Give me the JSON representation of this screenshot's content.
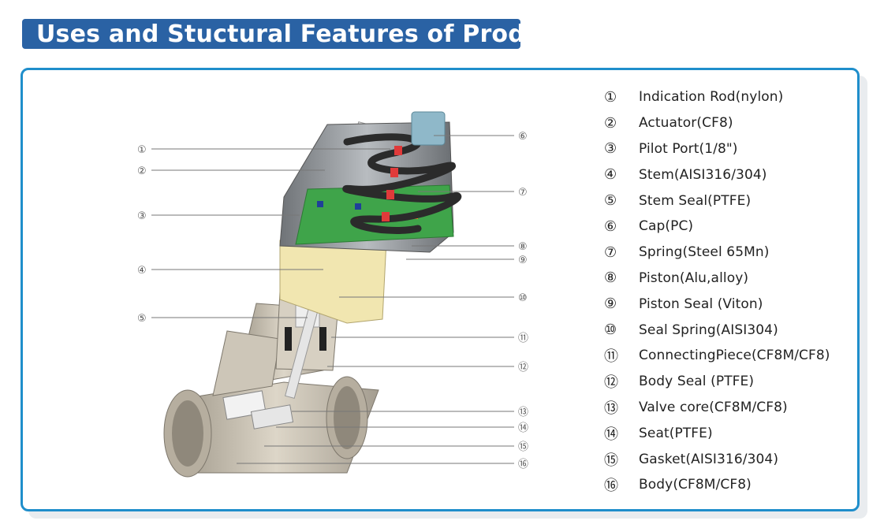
{
  "header": {
    "title": "Uses and Stuctural Features of Product"
  },
  "parts": [
    {
      "num": "①",
      "name": "Indication Rod(nylon)"
    },
    {
      "num": "②",
      "name": "Actuator(CF8)"
    },
    {
      "num": "③",
      "name": "Pilot  Port(1/8\")"
    },
    {
      "num": "④",
      "name": "Stem(AISI316/304)"
    },
    {
      "num": "⑤",
      "name": "Stem Seal(PTFE)"
    },
    {
      "num": "⑥",
      "name": "Cap(PC)"
    },
    {
      "num": "⑦",
      "name": "Spring(Steel 65Mn)"
    },
    {
      "num": "⑧",
      "name": "Piston(Alu,alloy)"
    },
    {
      "num": "⑨",
      "name": "Piston Seal (Viton)"
    },
    {
      "num": "⑩",
      "name": "Seal Spring(AISI304)"
    },
    {
      "num": "⑪",
      "name": "ConnectingPiece(CF8M/CF8)"
    },
    {
      "num": "⑫",
      "name": "Body Seal (PTFE)"
    },
    {
      "num": "⑬",
      "name": "Valve core(CF8M/CF8)"
    },
    {
      "num": "⑭",
      "name": "Seat(PTFE)"
    },
    {
      "num": "⑮",
      "name": "Gasket(AISI316/304)"
    },
    {
      "num": "⑯",
      "name": "Body(CF8M/CF8)"
    }
  ],
  "colors": {
    "title_bar": "#2a62a4",
    "panel_border": "#1f8ecb",
    "spring": "#2b2b2b",
    "indicator": "#e03a3a",
    "cap": "#8fb8c9",
    "piston": "#3fa44a",
    "body": "#c9c2b4",
    "base_yellow": "#f1e6b0"
  }
}
